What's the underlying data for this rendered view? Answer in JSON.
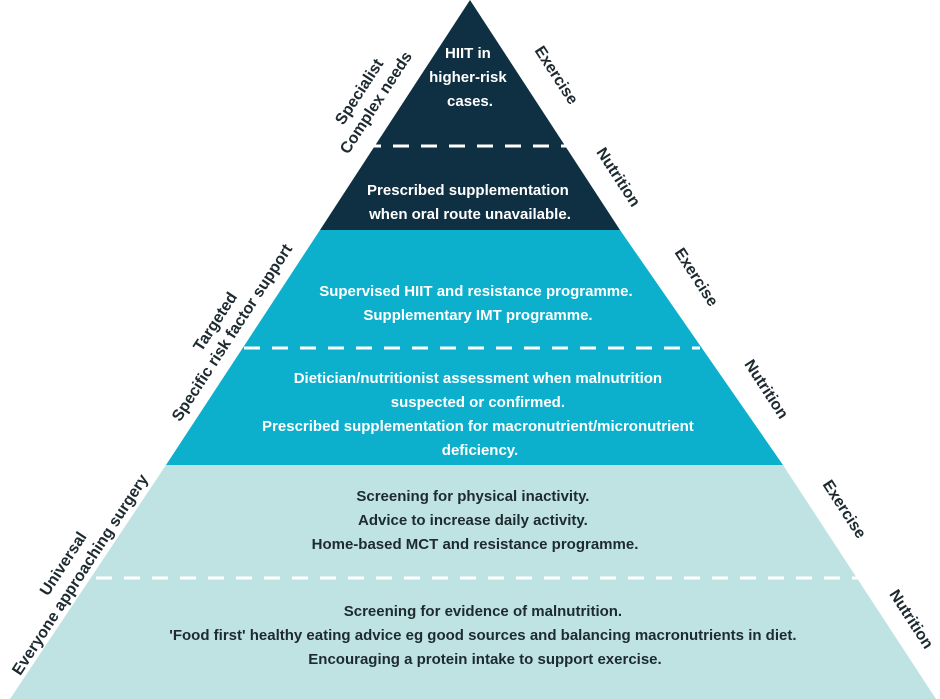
{
  "colors": {
    "top": "#0f3042",
    "middle": "#0db0cc",
    "base": "#bfe3e3"
  },
  "tiers": [
    {
      "name": "Specialist",
      "sub": "Complex needs",
      "exercise_label": "Exercise",
      "nutrition_label": "Nutrition",
      "exercise": [
        "HIIT in",
        "higher-risk",
        "cases."
      ],
      "nutrition": [
        "Prescribed supplementation",
        "when oral route unavailable."
      ]
    },
    {
      "name": "Targeted",
      "sub": "Specific risk factor support",
      "exercise_label": "Exercise",
      "nutrition_label": "Nutrition",
      "exercise": [
        "Supervised HIIT and resistance programme.",
        "Supplementary IMT programme."
      ],
      "nutrition": [
        "Dietician/nutritionist assessment when malnutrition",
        "suspected or confirmed.",
        "Prescribed supplementation for macronutrient/micronutrient",
        "deficiency."
      ]
    },
    {
      "name": "Universal",
      "sub": "Everyone approaching surgery",
      "exercise_label": "Exercise",
      "nutrition_label": "Nutrition",
      "exercise": [
        "Screening for physical inactivity.",
        "Advice to increase daily activity.",
        "Home-based MCT and resistance programme."
      ],
      "nutrition": [
        "Screening for evidence of malnutrition.",
        "'Food first' healthy eating advice eg good sources and balancing macronutrients in diet.",
        "Encouraging a protein intake to support exercise."
      ]
    }
  ]
}
